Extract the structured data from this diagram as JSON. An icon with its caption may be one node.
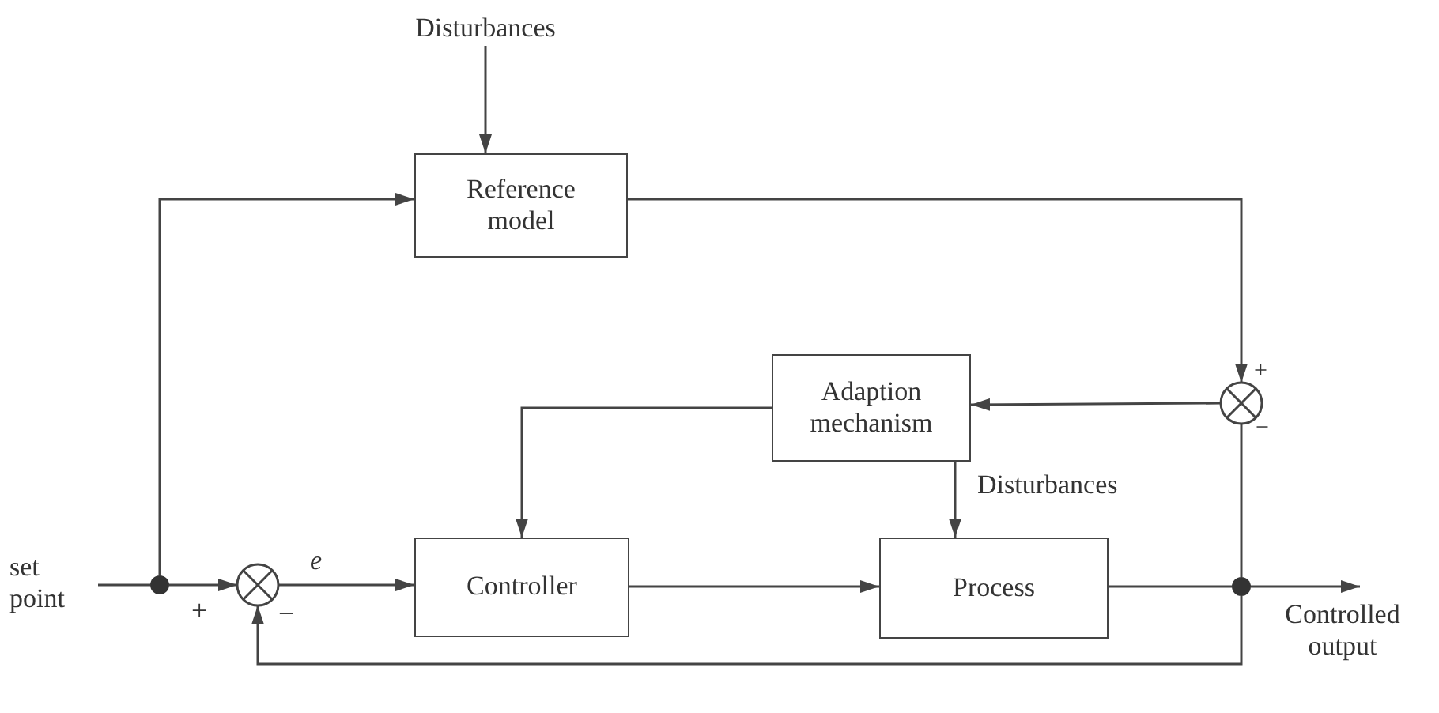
{
  "diagram": {
    "nodes": [
      {
        "text": [
          "Disturbances"
        ]
      },
      {
        "text": [
          "Reference model"
        ]
      },
      {
        "text": [
          "Adaption mechanism"
        ]
      },
      {
        "text": [],
        "shape": "circle"
      },
      {
        "text": [
          "set point"
        ]
      },
      {
        "text": [],
        "shape": "dot"
      },
      {
        "text": [],
        "shape": "circle"
      },
      {
        "text": [
          "Controller"
        ]
      },
      {
        "text": [
          "Process"
        ]
      },
      {
        "text": [],
        "shape": "dot"
      },
      {
        "text": [
          "Controlled output"
        ]
      }
    ],
    "edges": [
      {
        "from": 0,
        "to": 1,
        "arrow": "to"
      },
      {
        "from": 4,
        "to": 5,
        "arrow": "none"
      },
      {
        "from": 5,
        "to": 1,
        "arrow": "to"
      },
      {
        "from": 5,
        "to": 6,
        "arrow": "to"
      },
      {
        "from": 6,
        "to": 7,
        "arrow": "to",
        "label": "e"
      },
      {
        "from": 7,
        "to": 8,
        "arrow": "to"
      },
      {
        "from": 8,
        "to": 9,
        "arrow": "none"
      },
      {
        "from": 9,
        "to": 10,
        "arrow": "to"
      },
      {
        "from": 9,
        "to": 3,
        "arrow": "none"
      },
      {
        "from": 9,
        "to": 6,
        "arrow": "to"
      },
      {
        "from": 1,
        "to": 3,
        "arrow": "to"
      },
      {
        "from": 3,
        "to": 2,
        "arrow": "to"
      },
      {
        "from": 2,
        "to": 7,
        "arrow": "to"
      },
      {
        "from": 2,
        "to": 8,
        "arrow": "to",
        "label": "Disturbances"
      }
    ],
    "labels": [
      "+",
      "−",
      "+",
      "−"
    ]
  }
}
